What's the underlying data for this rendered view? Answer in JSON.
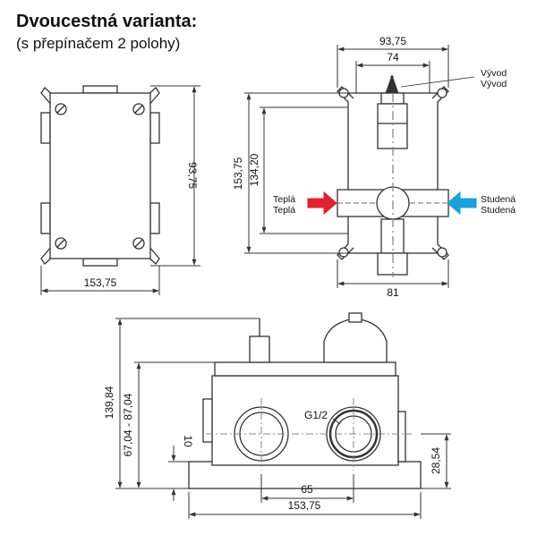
{
  "header": {
    "title": "Dvoucestná varianta:",
    "subtitle": "(s přepínačem 2 polohy)"
  },
  "front_view": {
    "width_label": "153,75",
    "height_label": "93,75"
  },
  "side_view": {
    "top_width_label": "93,75",
    "inner_width_label": "74",
    "height_label": "153,75",
    "inner_height_label": "134,20",
    "bottom_width_label": "81",
    "outlet_label_1": "Vývod",
    "outlet_label_2": "Vývod",
    "hot_label_1": "Teplá",
    "hot_label_2": "Teplá",
    "cold_label_1": "Studená",
    "cold_label_2": "Studená"
  },
  "bottom_view": {
    "total_height_label": "139,84",
    "depth_range_label": "67,04 - 87,04",
    "base_height_label": "10",
    "thread_label": "G1/2",
    "right_height_label": "28,54",
    "spacing_label": "65",
    "width_label": "153,75"
  },
  "colors": {
    "line": "#333333",
    "fill": "#ffffff",
    "hot_arrow": "#e3212c",
    "cold_arrow": "#1aa0dc",
    "centerline": "#888888"
  }
}
